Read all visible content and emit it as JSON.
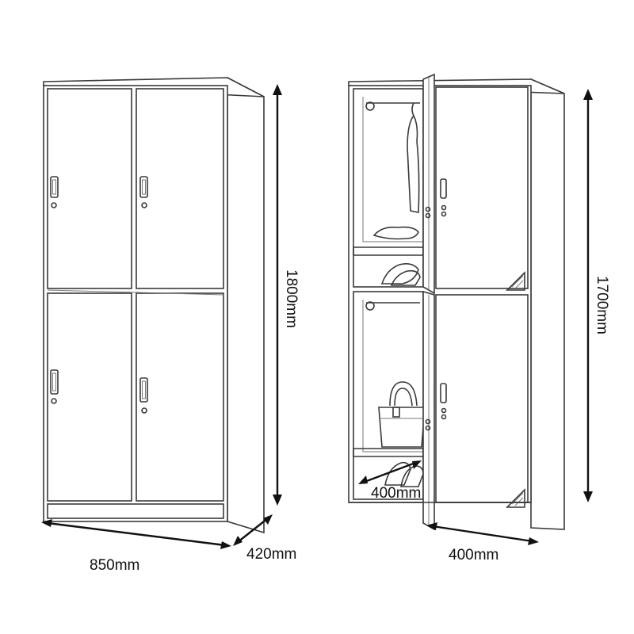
{
  "dimensions": {
    "left_width": "850mm",
    "left_depth": "420mm",
    "left_height": "1800mm",
    "right_inner_depth": "400mm",
    "right_width": "400mm",
    "right_height": "1700mm"
  },
  "colors": {
    "line": "#3a3a3a",
    "dimension": "#111111",
    "background": "#ffffff"
  }
}
